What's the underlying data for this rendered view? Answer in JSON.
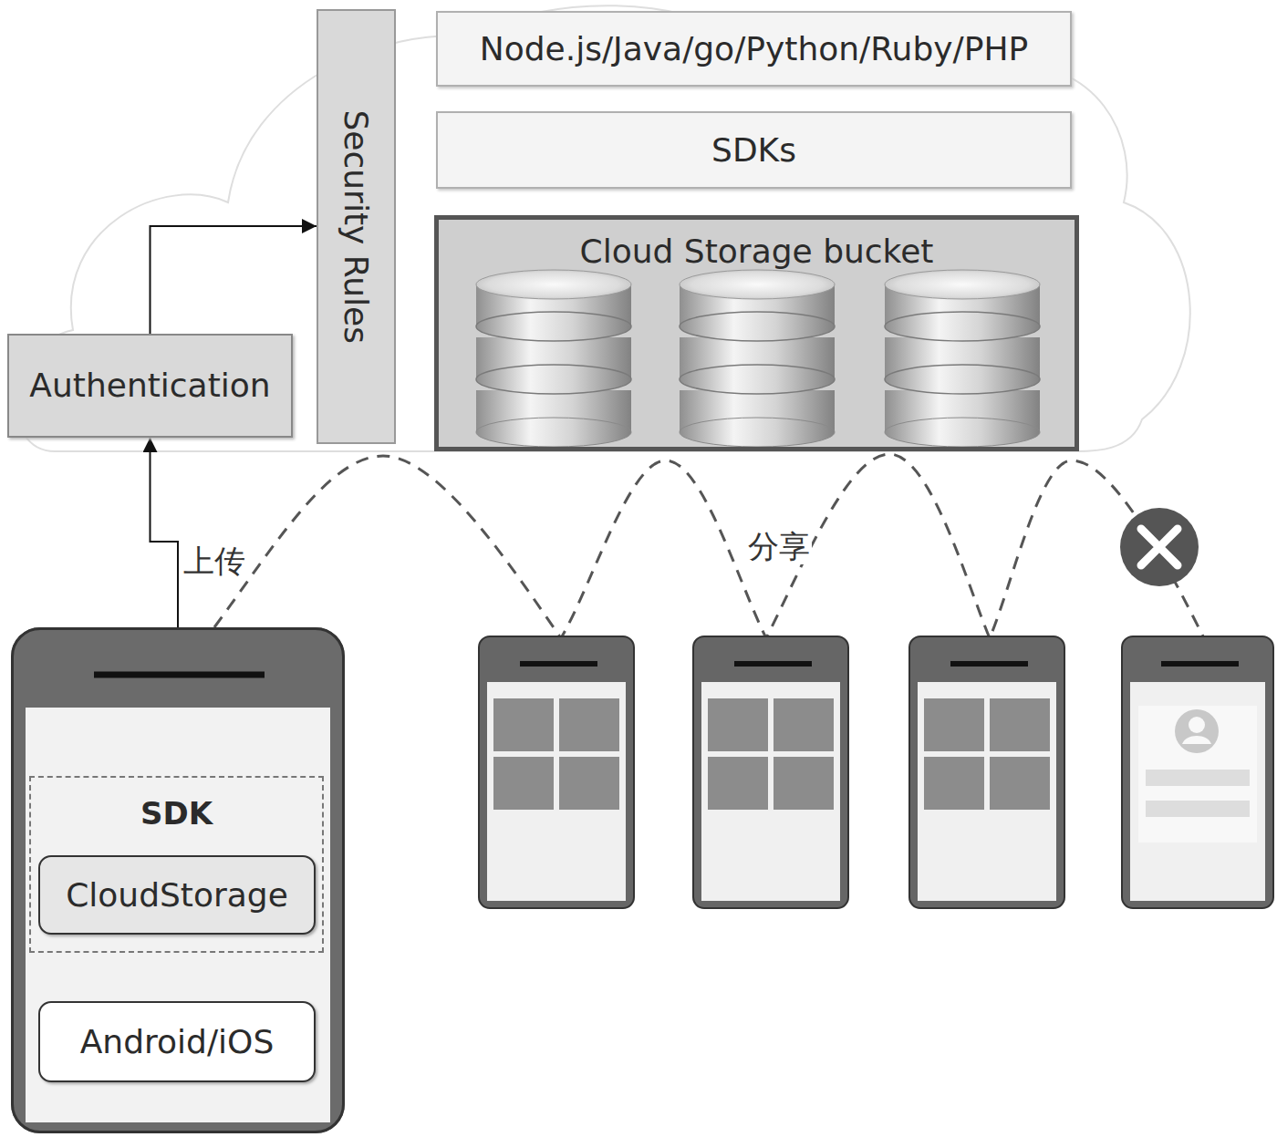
{
  "diagram": {
    "nodes": [
      {
        "text": [
          "Node.js/Java/go/Python/Ruby/PHP"
        ]
      },
      {
        "text": [
          "SDKs"
        ]
      },
      {
        "text": [
          "Cloud Storage bucket"
        ]
      },
      {
        "text": [
          "Security Rules"
        ]
      },
      {
        "text": [
          "Authentication"
        ]
      },
      {
        "text": []
      },
      {
        "text": [
          "SDK"
        ],
        "in": 5
      },
      {
        "text": [
          "CloudStorage"
        ],
        "in": 6
      },
      {
        "text": [
          "Android/iOS"
        ],
        "in": 5
      }
    ],
    "edges": [
      {
        "from": 5,
        "to": 4,
        "arrow": "to",
        "label": "上传"
      },
      {
        "from": 4,
        "to": 3,
        "arrow": "to"
      }
    ],
    "labels": [
      "分享"
    ]
  }
}
